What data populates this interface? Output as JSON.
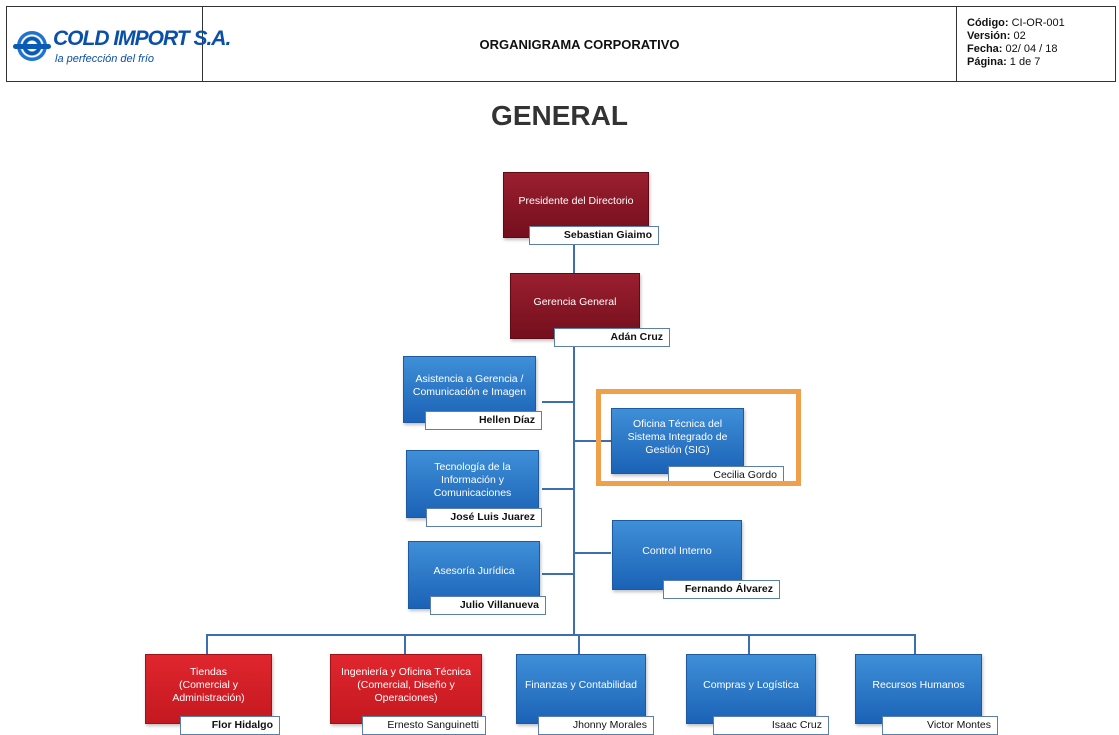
{
  "header": {
    "logo_name": "COLD IMPORT S.A.",
    "logo_tagline": "la perfección del frío",
    "doc_title": "ORGANIGRAMA CORPORATIVO",
    "meta": [
      {
        "label": "Código:",
        "value": " CI-OR-001"
      },
      {
        "label": "Versión:",
        "value": " 02"
      },
      {
        "label": "Fecha:",
        "value": " 02/ 04 / 18"
      },
      {
        "label": "Página:",
        "value": " 1 de 7"
      }
    ]
  },
  "page_title": "GENERAL",
  "org": {
    "president": {
      "role": "Presidente del Directorio",
      "name": "Sebastian Giaimo"
    },
    "general": {
      "role": "Gerencia General",
      "name": "Adán Cruz"
    },
    "asistencia": {
      "role": "Asistencia a Gerencia /\nComunicación e Imagen",
      "name": "Hellen Díaz"
    },
    "oficina_sig": {
      "role": "Oficina Técnica del\nSistema Integrado de\nGestión (SIG)",
      "name": "Cecilia Gordo"
    },
    "tecnologia": {
      "role": "Tecnología de la\nInformación y\nComunicaciones",
      "name": "José Luis Juarez"
    },
    "control": {
      "role": "Control Interno",
      "name": "Fernando Álvarez"
    },
    "asesoria": {
      "role": "Asesoría Jurídica",
      "name": "Julio Villanueva"
    },
    "tiendas": {
      "role": "Tiendas\n(Comercial y\nAdministración)",
      "name": "Flor Hidalgo"
    },
    "ingenieria": {
      "role": "Ingeniería y Oficina Técnica\n(Comercial, Diseño y\nOperaciones)",
      "name": "Ernesto Sanguinetti"
    },
    "finanzas": {
      "role": "Finanzas y Contabilidad",
      "name": "Jhonny Morales"
    },
    "compras": {
      "role": "Compras y Logística",
      "name": "Isaac Cruz"
    },
    "rrhh": {
      "role": "Recursos Humanos",
      "name": "Victor Montes"
    }
  },
  "colors": {
    "blue": "#1b62b6",
    "maroon": "#7a1020",
    "red": "#d01e26",
    "highlight": "#f0a04b"
  }
}
